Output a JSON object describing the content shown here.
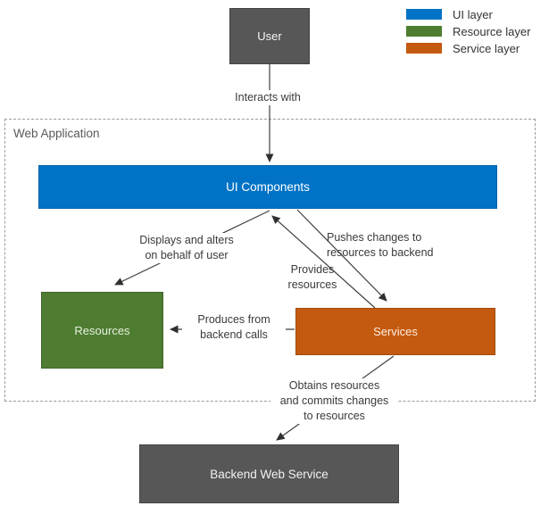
{
  "colors": {
    "ui_layer": "#0073c6",
    "resource_layer": "#4e7d32",
    "service_layer": "#c45a10",
    "external_component": "#575757",
    "connector": "#3f3f3f"
  },
  "legend": {
    "items": [
      {
        "label": "UI layer"
      },
      {
        "label": "Resource layer"
      },
      {
        "label": "Service layer"
      }
    ]
  },
  "nodes": {
    "user": {
      "label": "User"
    },
    "web_application": {
      "label": "Web Application"
    },
    "ui_components": {
      "label": "UI Components"
    },
    "resources": {
      "label": "Resources"
    },
    "services": {
      "label": "Services"
    },
    "backend_web_service": {
      "label": "Backend Web Service"
    }
  },
  "edges": {
    "interacts": {
      "label": "Interacts with"
    },
    "displays": {
      "line1": "Displays and alters",
      "line2": "on behalf of user"
    },
    "pushes": {
      "line1": "Pushes changes to",
      "line2": "resources to backend"
    },
    "provides": {
      "line1": "Provides",
      "line2": "resources"
    },
    "produces": {
      "line1": "Produces from",
      "line2": "backend calls"
    },
    "obtains": {
      "line1": "Obtains resources",
      "line2": "and commits changes",
      "line3": "to resources"
    }
  }
}
